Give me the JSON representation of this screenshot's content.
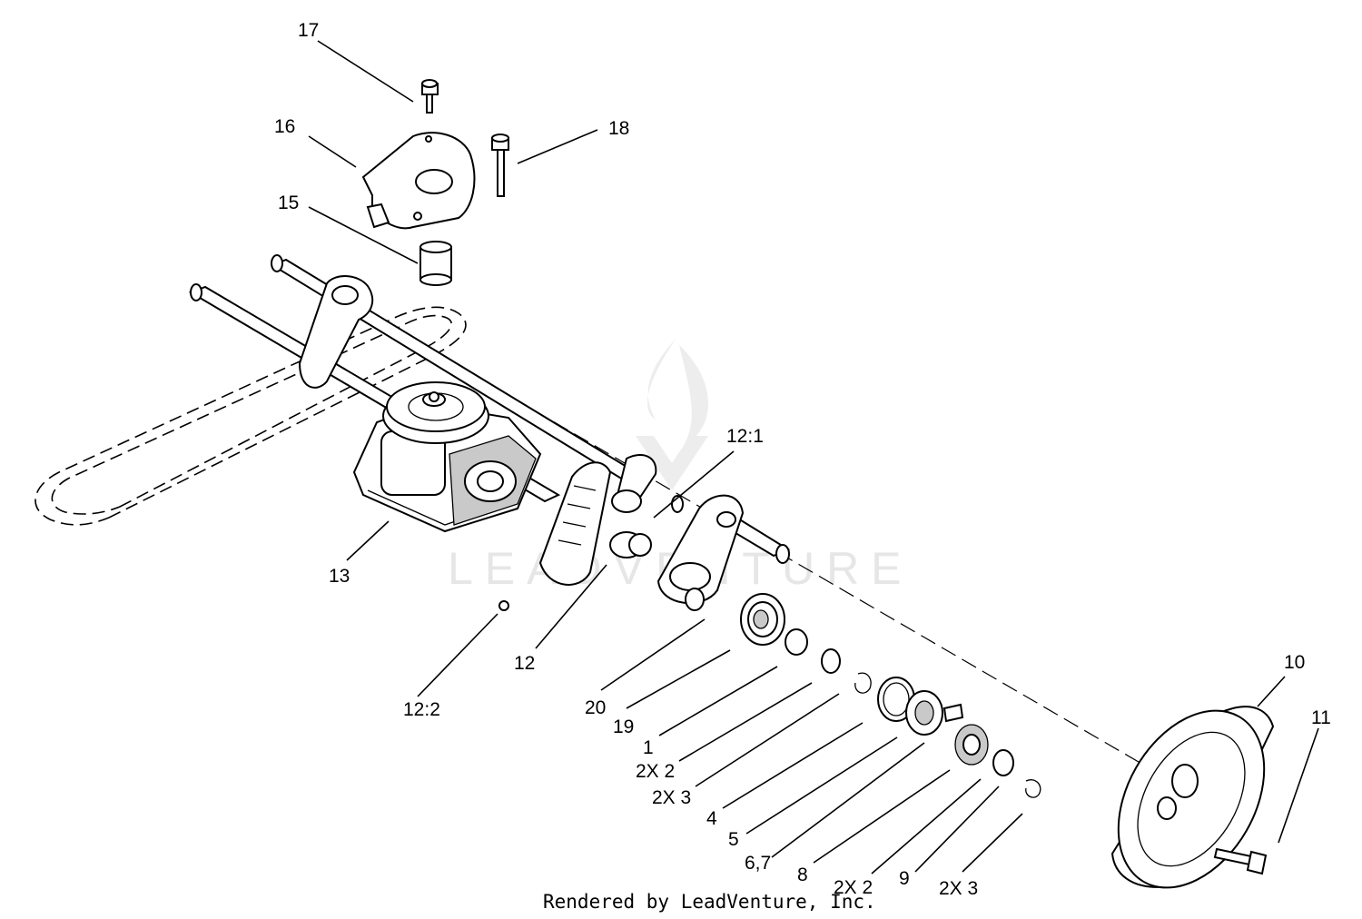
{
  "callouts": [
    {
      "id": "17",
      "text": "17"
    },
    {
      "id": "16",
      "text": "16"
    },
    {
      "id": "18",
      "text": "18"
    },
    {
      "id": "15",
      "text": "15"
    },
    {
      "id": "12-1",
      "text": "12:1"
    },
    {
      "id": "13",
      "text": "13"
    },
    {
      "id": "12",
      "text": "12"
    },
    {
      "id": "12-2",
      "text": "12:2"
    },
    {
      "id": "20",
      "text": "20"
    },
    {
      "id": "19",
      "text": "19"
    },
    {
      "id": "1",
      "text": "1"
    },
    {
      "id": "2x2-a",
      "text": "2X 2"
    },
    {
      "id": "2x3-a",
      "text": "2X 3"
    },
    {
      "id": "4",
      "text": "4"
    },
    {
      "id": "5",
      "text": "5"
    },
    {
      "id": "6-7",
      "text": "6,7"
    },
    {
      "id": "8",
      "text": "8"
    },
    {
      "id": "2x2-b",
      "text": "2X 2"
    },
    {
      "id": "9",
      "text": "9"
    },
    {
      "id": "2x3-b",
      "text": "2X 3"
    },
    {
      "id": "10",
      "text": "10"
    },
    {
      "id": "11",
      "text": "11"
    }
  ],
  "credit": "Rendered by LeadVenture, Inc.",
  "watermark": "LEADVENTURE"
}
